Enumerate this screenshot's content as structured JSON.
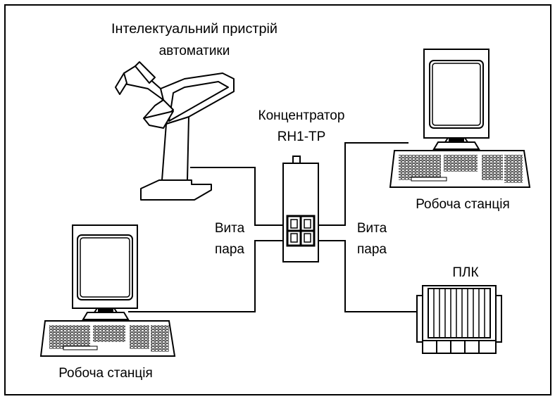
{
  "labels": {
    "device_line1": "Інтелектуальний пристрій",
    "device_line2": "автоматики",
    "hub_line1": "Концентратор",
    "hub_line2": "RH1-TP",
    "twisted_left_line1": "Вита",
    "twisted_left_line2": "пара",
    "twisted_right_line1": "Вита",
    "twisted_right_line2": "пара",
    "workstation_right": "Робоча станція",
    "workstation_left": "Робоча станція",
    "plc": "ПЛК"
  },
  "icons": {
    "robot": "robot-arm-icon",
    "hub": "hub-icon",
    "workstation": "workstation-icon",
    "plc": "plc-icon"
  },
  "colors": {
    "line": "#000000",
    "background": "#ffffff"
  }
}
